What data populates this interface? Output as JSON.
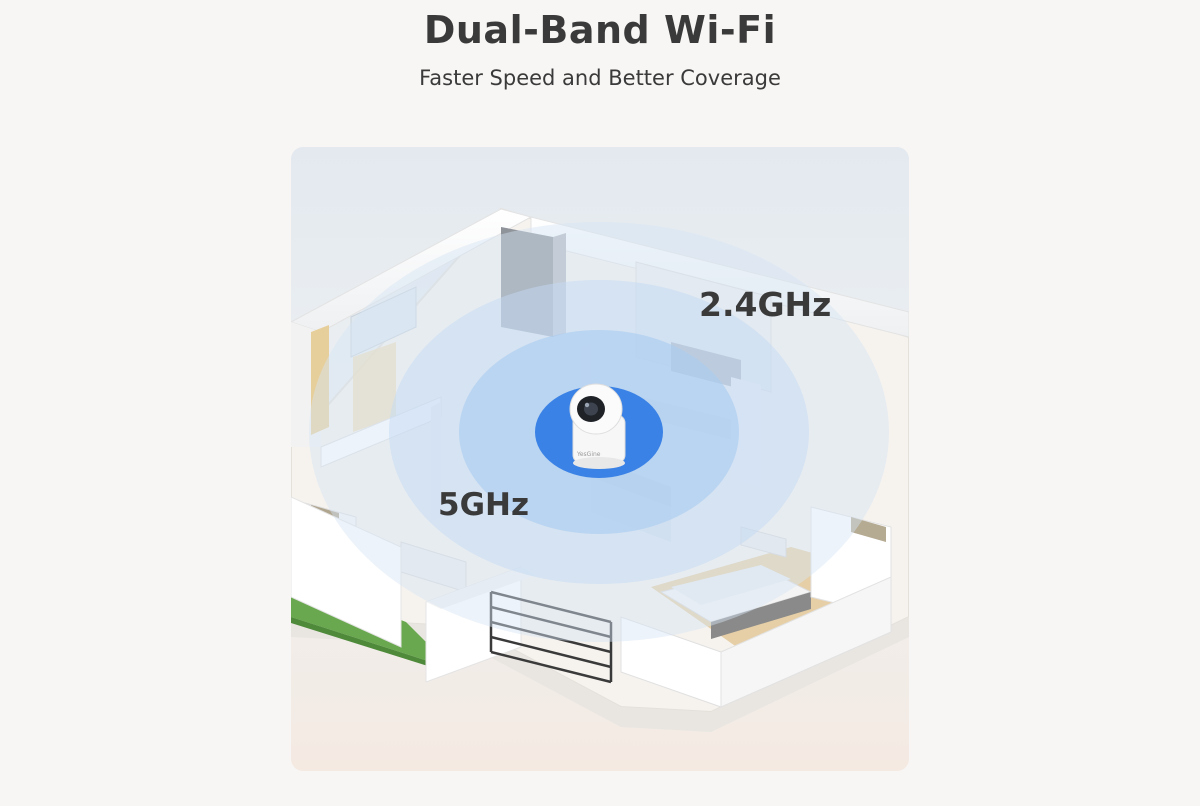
{
  "header": {
    "title": "Dual-Band Wi-Fi",
    "subtitle": "Faster Speed and Better Coverage"
  },
  "illustration": {
    "band_outer_label": "2.4GHz",
    "band_inner_label": "5GHz",
    "camera_brand": "YesGine",
    "colors": {
      "signal_inner": "#3b82e6",
      "signal_outer": "#bcd6f2",
      "lawn": "#6aa84f",
      "floor_wood": "#e6cfa6"
    }
  }
}
